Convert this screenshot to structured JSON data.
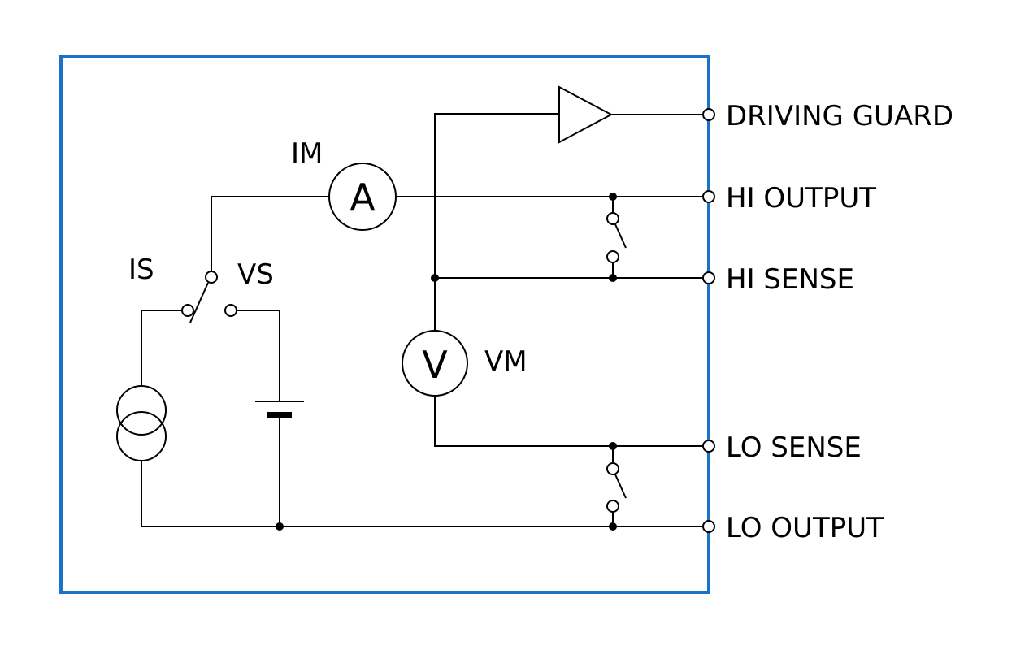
{
  "colors": {
    "enclosure": "#1a73c9",
    "wire": "#000000",
    "background": "#ffffff"
  },
  "terminals": {
    "driving_guard": "DRIVING GUARD",
    "hi_output": "HI OUTPUT",
    "hi_sense": "HI SENSE",
    "lo_sense": "LO SENSE",
    "lo_output": "LO OUTPUT"
  },
  "components": {
    "current_meter": {
      "label": "IM",
      "symbol": "A"
    },
    "voltage_meter": {
      "label": "VM",
      "symbol": "V"
    },
    "current_source": {
      "label": "IS"
    },
    "voltage_source": {
      "label": "VS"
    }
  }
}
